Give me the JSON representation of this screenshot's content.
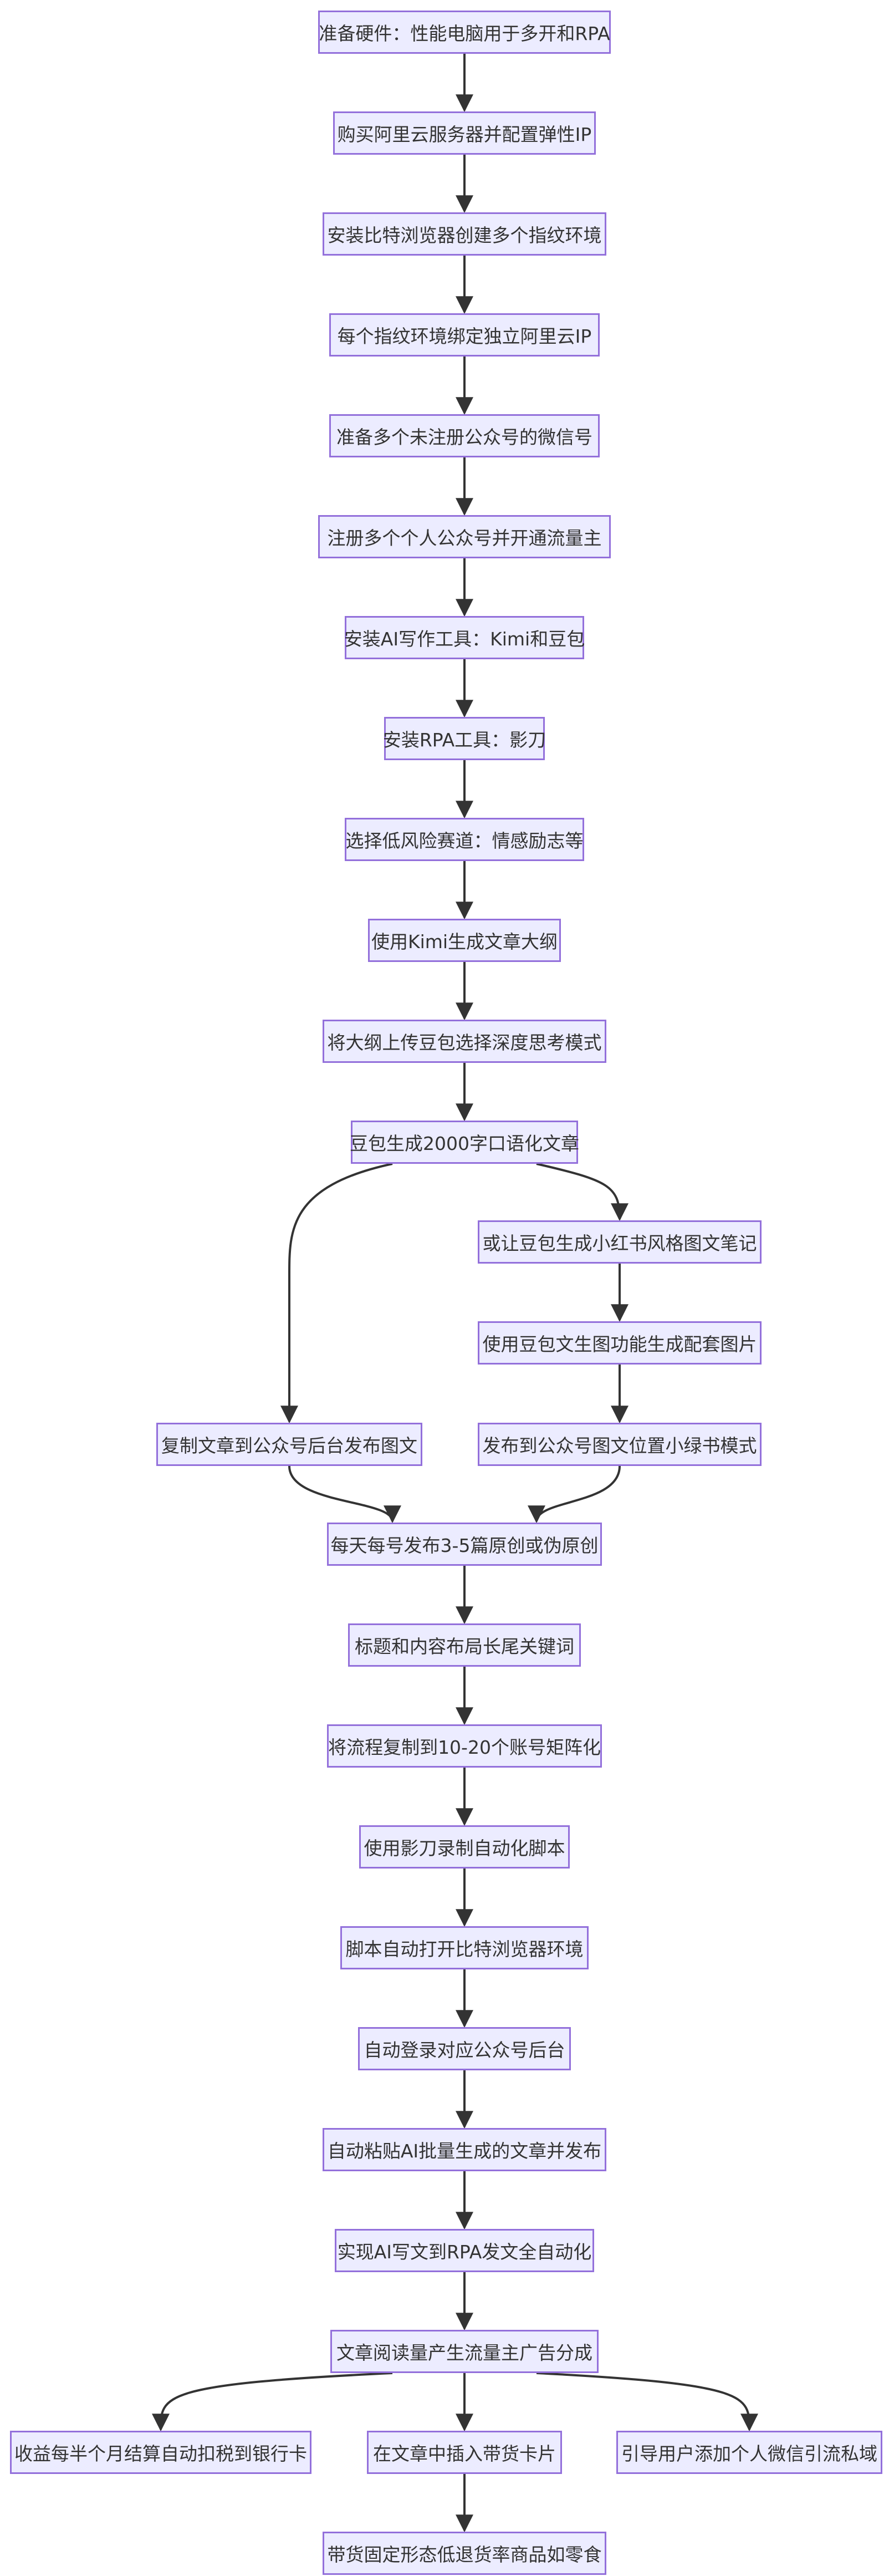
{
  "diagram": {
    "type": "flowchart",
    "colors": {
      "node_fill": "#ECECFF",
      "node_border": "#9370DB",
      "edge": "#333333",
      "text": "#333333"
    },
    "nodes": [
      {
        "id": "n1",
        "label": "准备硬件：性能电脑用于多开和RPA"
      },
      {
        "id": "n2",
        "label": "购买阿里云服务器并配置弹性IP"
      },
      {
        "id": "n3",
        "label": "安装比特浏览器创建多个指纹环境"
      },
      {
        "id": "n4",
        "label": "每个指纹环境绑定独立阿里云IP"
      },
      {
        "id": "n5",
        "label": "准备多个未注册公众号的微信号"
      },
      {
        "id": "n6",
        "label": "注册多个个人公众号并开通流量主"
      },
      {
        "id": "n7",
        "label": "安装AI写作工具：Kimi和豆包"
      },
      {
        "id": "n8",
        "label": "安装RPA工具：影刀"
      },
      {
        "id": "n9",
        "label": "选择低风险赛道：情感励志等"
      },
      {
        "id": "n10",
        "label": "使用Kimi生成文章大纲"
      },
      {
        "id": "n11",
        "label": "将大纲上传豆包选择深度思考模式"
      },
      {
        "id": "n12",
        "label": "豆包生成2000字口语化文章"
      },
      {
        "id": "n13",
        "label": "或让豆包生成小红书风格图文笔记"
      },
      {
        "id": "n14",
        "label": "使用豆包文生图功能生成配套图片"
      },
      {
        "id": "n15",
        "label": "复制文章到公众号后台发布图文"
      },
      {
        "id": "n16",
        "label": "发布到公众号图文位置小绿书模式"
      },
      {
        "id": "n17",
        "label": "每天每号发布3-5篇原创或伪原创"
      },
      {
        "id": "n18",
        "label": "标题和内容布局长尾关键词"
      },
      {
        "id": "n19",
        "label": "将流程复制到10-20个账号矩阵化"
      },
      {
        "id": "n20",
        "label": "使用影刀录制自动化脚本"
      },
      {
        "id": "n21",
        "label": "脚本自动打开比特浏览器环境"
      },
      {
        "id": "n22",
        "label": "自动登录对应公众号后台"
      },
      {
        "id": "n23",
        "label": "自动粘贴AI批量生成的文章并发布"
      },
      {
        "id": "n24",
        "label": "实现AI写文到RPA发文全自动化"
      },
      {
        "id": "n25",
        "label": "文章阅读量产生流量主广告分成"
      },
      {
        "id": "n26",
        "label": "收益每半个月结算自动扣税到银行卡"
      },
      {
        "id": "n27",
        "label": "在文章中插入带货卡片"
      },
      {
        "id": "n28",
        "label": "引导用户添加个人微信引流私域"
      },
      {
        "id": "n29",
        "label": "带货固定形态低退货率商品如零食"
      }
    ],
    "edges": [
      [
        "n1",
        "n2"
      ],
      [
        "n2",
        "n3"
      ],
      [
        "n3",
        "n4"
      ],
      [
        "n4",
        "n5"
      ],
      [
        "n5",
        "n6"
      ],
      [
        "n6",
        "n7"
      ],
      [
        "n7",
        "n8"
      ],
      [
        "n8",
        "n9"
      ],
      [
        "n9",
        "n10"
      ],
      [
        "n10",
        "n11"
      ],
      [
        "n11",
        "n12"
      ],
      [
        "n12",
        "n15"
      ],
      [
        "n12",
        "n13"
      ],
      [
        "n13",
        "n14"
      ],
      [
        "n14",
        "n16"
      ],
      [
        "n15",
        "n17"
      ],
      [
        "n16",
        "n17"
      ],
      [
        "n17",
        "n18"
      ],
      [
        "n18",
        "n19"
      ],
      [
        "n19",
        "n20"
      ],
      [
        "n20",
        "n21"
      ],
      [
        "n21",
        "n22"
      ],
      [
        "n22",
        "n23"
      ],
      [
        "n23",
        "n24"
      ],
      [
        "n24",
        "n25"
      ],
      [
        "n25",
        "n26"
      ],
      [
        "n25",
        "n27"
      ],
      [
        "n25",
        "n28"
      ],
      [
        "n27",
        "n29"
      ]
    ]
  }
}
